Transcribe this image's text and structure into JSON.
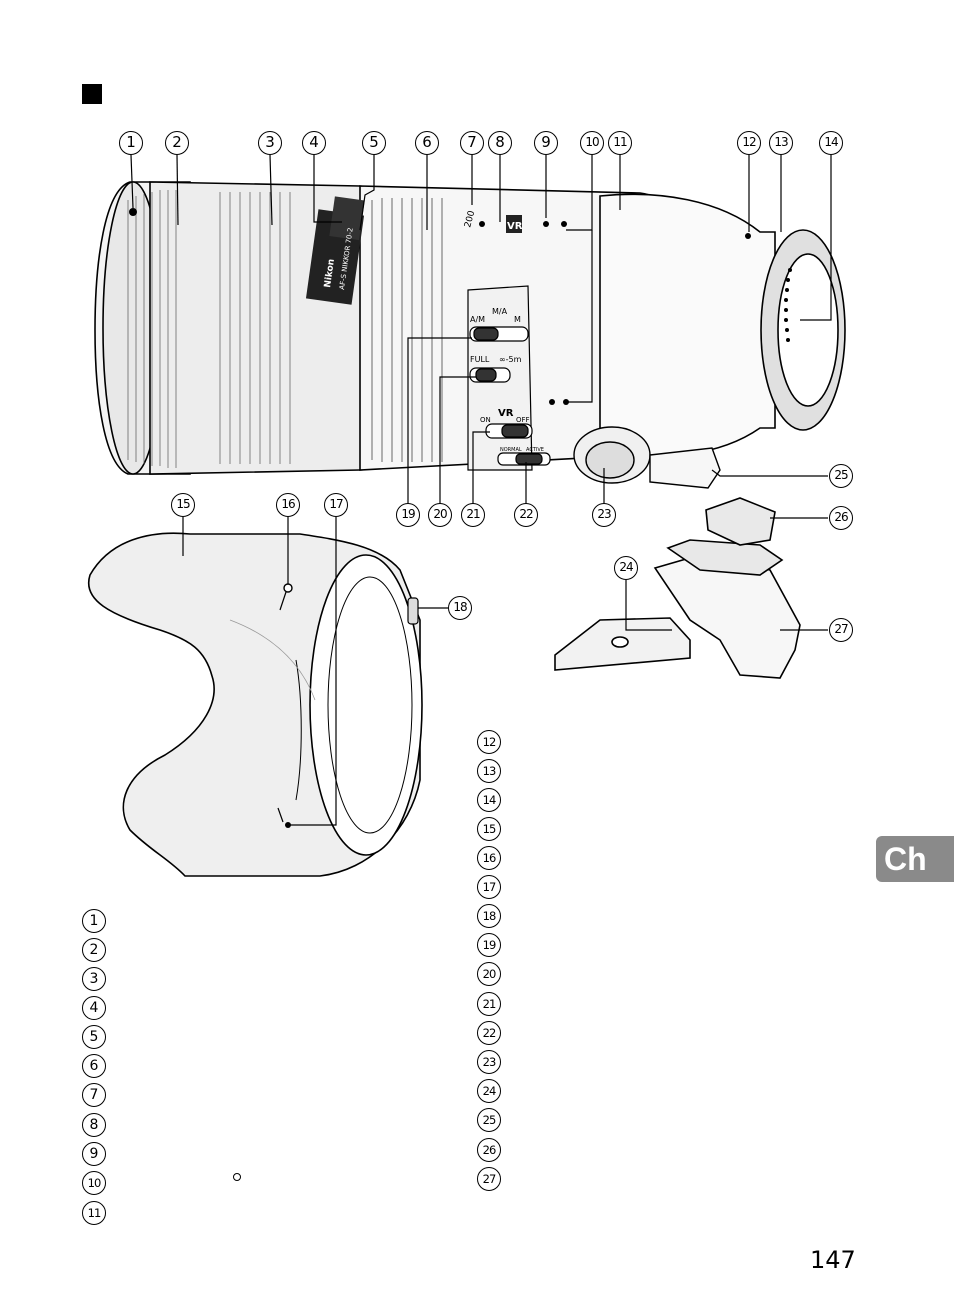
{
  "figure_labels": [
    "1",
    "2",
    "3",
    "4",
    "5",
    "6",
    "7",
    "8",
    "9",
    "10",
    "11",
    "12",
    "13",
    "14",
    "15",
    "16",
    "17",
    "18",
    "19",
    "20",
    "21",
    "22",
    "23",
    "24",
    "25",
    "26",
    "27"
  ],
  "lens_markings": {
    "brand": "Nikon",
    "model": "AF-S NIKKOR 70-2",
    "focal_mark": "200",
    "vr_badge": "VR",
    "am": "A/M",
    "ma": "M/A",
    "m": "M",
    "full": "FULL",
    "range": "∞-5m",
    "vr": "VR",
    "on": "ON",
    "off": "OFF",
    "normal": "NORMAL",
    "active": "ACTIVE"
  },
  "legend_left": [
    "1",
    "2",
    "3",
    "4",
    "5",
    "6",
    "7",
    "8",
    "9",
    "10",
    "11"
  ],
  "legend_right": [
    "12",
    "13",
    "14",
    "15",
    "16",
    "17",
    "18",
    "19",
    "20",
    "21",
    "22",
    "23",
    "24",
    "25",
    "26",
    "27"
  ],
  "chapter_tab": "Ch",
  "page_number": "147"
}
